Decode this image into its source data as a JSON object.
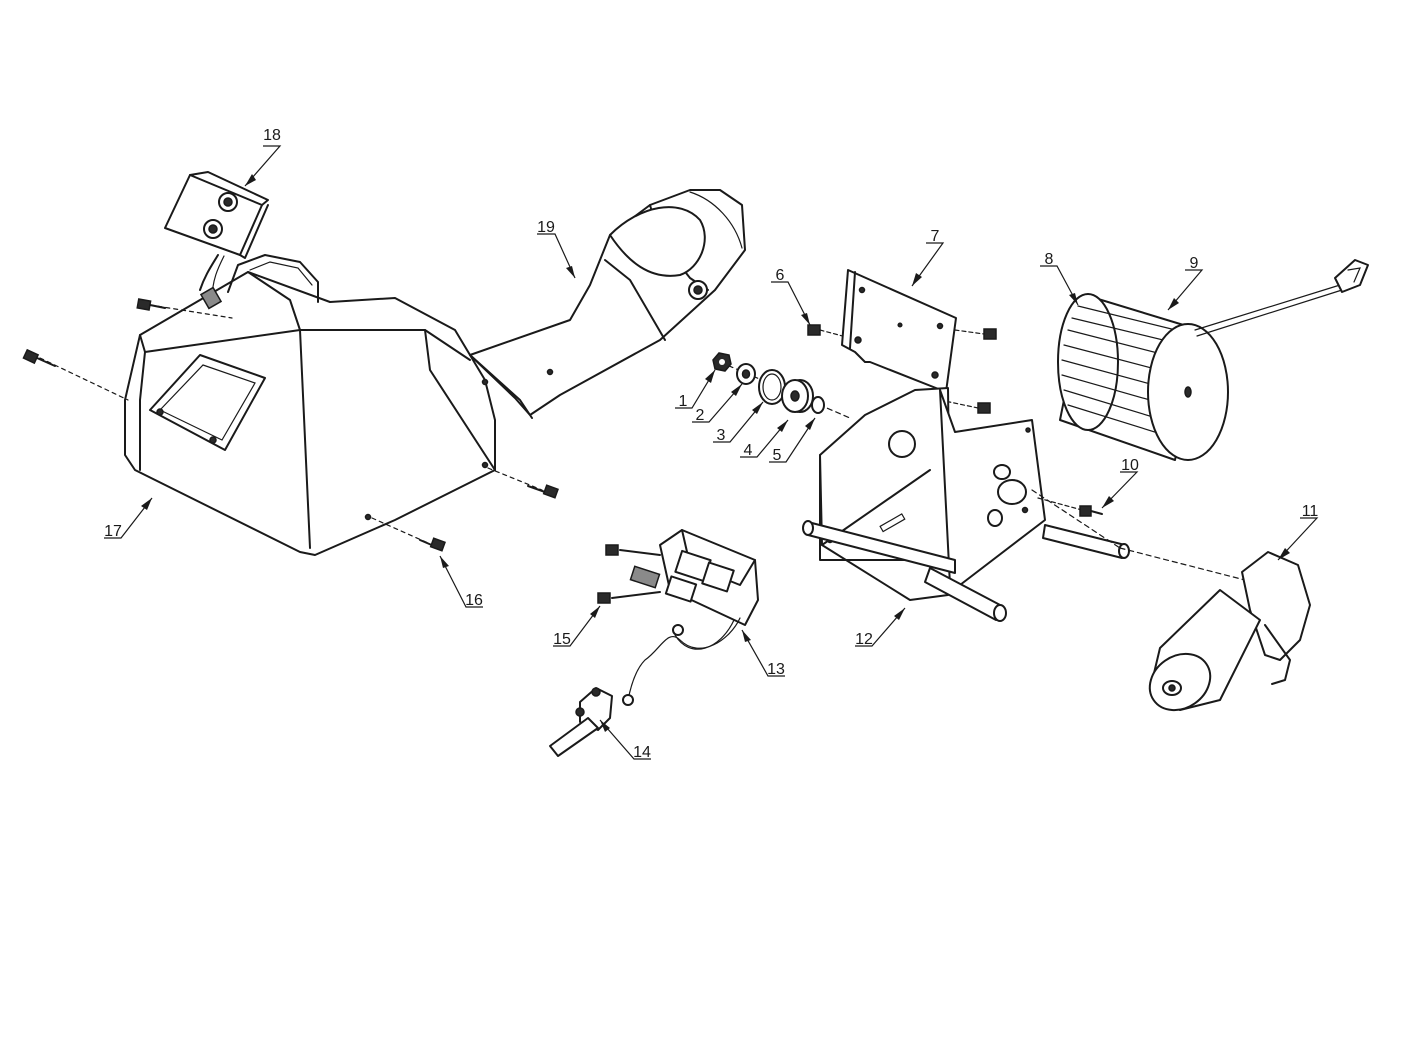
{
  "diagram": {
    "callouts": [
      {
        "id": "1",
        "label": "1"
      },
      {
        "id": "2",
        "label": "2"
      },
      {
        "id": "3",
        "label": "3"
      },
      {
        "id": "4",
        "label": "4"
      },
      {
        "id": "5",
        "label": "5"
      },
      {
        "id": "6",
        "label": "6"
      },
      {
        "id": "7",
        "label": "7"
      },
      {
        "id": "8",
        "label": "8"
      },
      {
        "id": "9",
        "label": "9"
      },
      {
        "id": "10",
        "label": "10"
      },
      {
        "id": "11",
        "label": "11"
      },
      {
        "id": "12",
        "label": "12"
      },
      {
        "id": "13",
        "label": "13"
      },
      {
        "id": "14",
        "label": "14"
      },
      {
        "id": "15",
        "label": "15"
      },
      {
        "id": "16",
        "label": "16"
      },
      {
        "id": "17",
        "label": "17"
      },
      {
        "id": "18",
        "label": "18"
      },
      {
        "id": "19",
        "label": "19"
      }
    ]
  }
}
